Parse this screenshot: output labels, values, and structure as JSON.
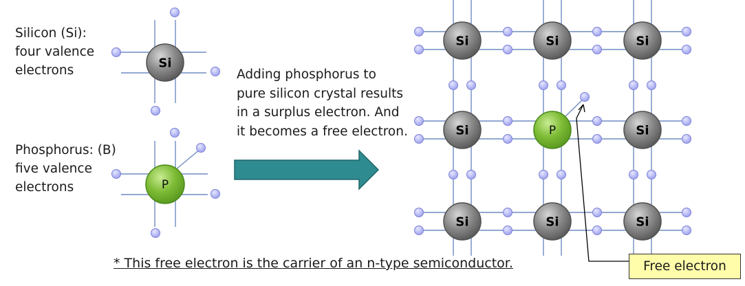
{
  "labels": {
    "silicon": "Silicon (Si):\nfour valence\nelectrons",
    "phosphorus": "Phosphorus: (B)\nfive valence\nelectrons",
    "description": "Adding phosphorus to pure silicon crystal results in a surplus electron. And it becomes a free electron.",
    "footnote": "* This free electron is the carrier of an n-type semiconductor.",
    "free_electron": "Free electron"
  },
  "atoms": {
    "si_symbol": "Si",
    "p_symbol": "P"
  },
  "colors": {
    "silicon_atom": "#8a8a8a",
    "phosphorus_atom": "#7dbb35",
    "electron": "#b9bcf5",
    "bond_line": "#6f8bc0",
    "arrow": "#2e8b90",
    "callout_bg": "#fffcaa"
  },
  "lattice": {
    "rows": [
      [
        "Si",
        "Si",
        "Si"
      ],
      [
        "Si",
        "P",
        "Si"
      ],
      [
        "Si",
        "Si",
        "Si"
      ]
    ]
  }
}
